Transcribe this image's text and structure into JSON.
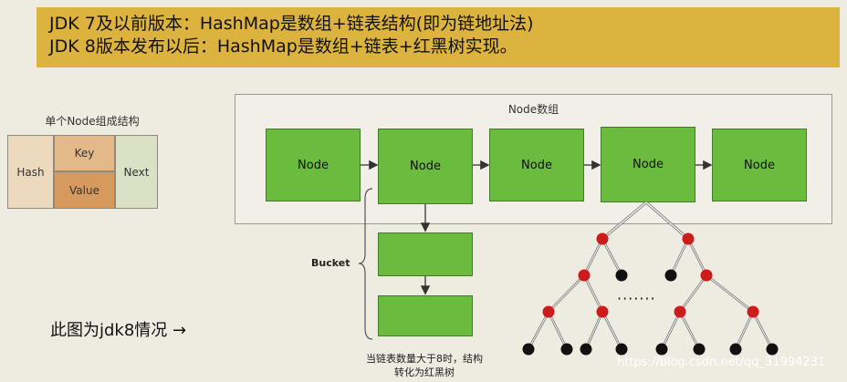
{
  "banner": {
    "line1": "JDK 7及以前版本：HashMap是数组+链表结构(即为链地址法)",
    "line2": "JDK 8版本发布以后：HashMap是数组+链表+红黑树实现。"
  },
  "node_struct": {
    "caption": "单个Node组成结构",
    "hash": "Hash",
    "key": "Key",
    "value": "Value",
    "next": "Next"
  },
  "array": {
    "title": "Node数组",
    "nodes": [
      "Node",
      "Node",
      "Node",
      "Node",
      "Node"
    ]
  },
  "bucket_label": "Bucket",
  "note": {
    "line1": "当链表数量大于8时，结构",
    "line2": "转化为红黑树"
  },
  "tree_ellipsis": "·······",
  "jdk8_label": "此图为jdk8情况 →",
  "watermark": "https://blog.csdn.net/qq_31994231",
  "colors": {
    "banner": "#dcb33f",
    "node_green": "#6bbb3f",
    "red_node": "#cc1b1b",
    "black_node": "#111111"
  }
}
